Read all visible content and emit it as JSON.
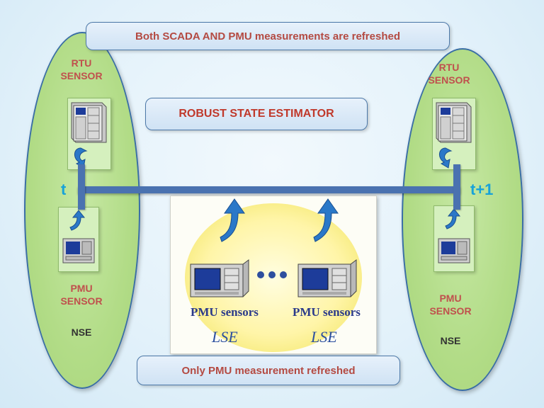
{
  "top_banner": "Both SCADA AND PMU measurements are refreshed",
  "center_banner": "ROBUST STATE ESTIMATOR",
  "bottom_banner": "Only PMU measurement refreshed",
  "left": {
    "rtu_label_1": "RTU",
    "rtu_label_2": "SENSOR",
    "pmu_label_1": "PMU",
    "pmu_label_2": "SENSOR",
    "estimator": "NSE",
    "time_label": "t"
  },
  "right": {
    "rtu_label_1": "RTU",
    "rtu_label_2": "SENSOR",
    "pmu_label_1": "PMU",
    "pmu_label_2": "SENSOR",
    "estimator": "NSE",
    "time_label": "t+1"
  },
  "lse_panel": {
    "sensor_1": "PMU sensors",
    "sensor_2": "PMU sensors",
    "lse_1": "LSE",
    "lse_2": "LSE"
  },
  "colors": {
    "ellipse": "#b2dc87",
    "banner_text": "#b44a42",
    "bus": "#4a72b0",
    "time_label": "#17a2d8"
  }
}
